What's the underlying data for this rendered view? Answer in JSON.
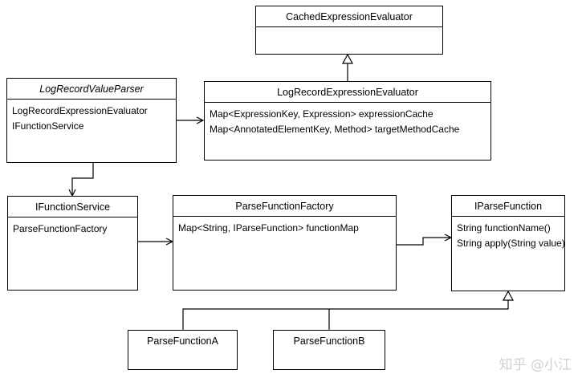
{
  "classes": {
    "cached_evaluator": {
      "name": "CachedExpressionEvaluator"
    },
    "log_evaluator": {
      "name": "LogRecordExpressionEvaluator",
      "members": [
        "Map<ExpressionKey, Expression> expressionCache",
        "Map<AnnotatedElementKey, Method> targetMethodCache"
      ]
    },
    "value_parser": {
      "name": "LogRecordValueParser",
      "members": [
        "LogRecordExpressionEvaluator",
        "IFunctionService"
      ]
    },
    "function_service": {
      "name": "IFunctionService",
      "members": [
        "ParseFunctionFactory"
      ]
    },
    "function_factory": {
      "name": "ParseFunctionFactory",
      "members": [
        "Map<String, IParseFunction> functionMap"
      ]
    },
    "parse_function": {
      "name": "IParseFunction",
      "members": [
        "String functionName()",
        "String apply(String value)"
      ]
    },
    "function_a": {
      "name": "ParseFunctionA"
    },
    "function_b": {
      "name": "ParseFunctionB"
    }
  },
  "watermark": "知乎 @小江"
}
